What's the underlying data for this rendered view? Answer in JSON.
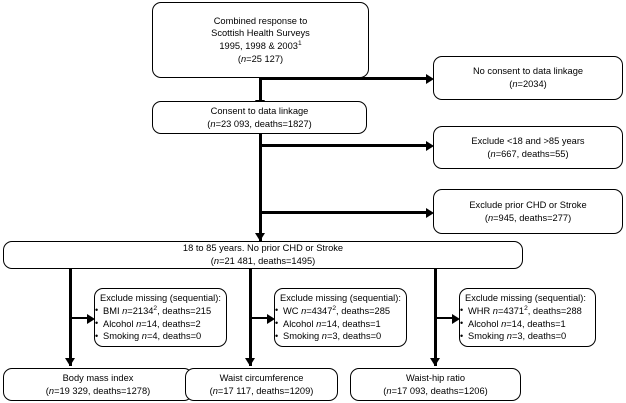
{
  "figure": {
    "type": "flowchart",
    "title": "Participant flow through Scottish Health Surveys cohort",
    "orientation": "top-down"
  },
  "nodes": {
    "combined_response": {
      "line1": "Combined response to",
      "line2": "Scottish Health Surveys",
      "line3_text": "1995, 1998 & 2003",
      "line3_superscript": "1",
      "line4_prefix": "(",
      "line4_italic": "n",
      "line4_rest": "=25 127)"
    },
    "no_consent": {
      "line1": "No consent to data linkage",
      "line2_prefix": "(",
      "line2_italic": "n",
      "line2_rest": "=2034)"
    },
    "consent": {
      "line1": "Consent to data linkage",
      "line2_prefix": "(",
      "line2_italic": "n",
      "line2_rest": "=23 093, deaths=1827)"
    },
    "exclude_age": {
      "line1": "Exclude <18 and >85 years",
      "line2_prefix": "(",
      "line2_italic": "n",
      "line2_rest": "=667, deaths=55)"
    },
    "exclude_chd": {
      "line1": "Exclude prior CHD or Stroke",
      "line2_prefix": "(",
      "line2_italic": "n",
      "line2_rest": "=945, deaths=277)"
    },
    "eligible": {
      "line1": "18 to 85 years. No prior CHD or Stroke",
      "line2_prefix": "(",
      "line2_italic": "n",
      "line2_rest": "=21 481, deaths=1495)"
    },
    "missing_bmi": {
      "header": "Exclude missing (sequential):",
      "items": [
        {
          "label": "BMI ",
          "italic": "n",
          "value": "=2134",
          "superscript": "2",
          "tail": ", deaths=215"
        },
        {
          "label": "Alcohol ",
          "italic": "n",
          "value": "=14",
          "superscript": "",
          "tail": ", deaths=2"
        },
        {
          "label": "Smoking ",
          "italic": "n",
          "value": "=4",
          "superscript": "",
          "tail": ", deaths=0"
        }
      ]
    },
    "missing_wc": {
      "header": "Exclude missing (sequential):",
      "items": [
        {
          "label": "WC ",
          "italic": "n",
          "value": "=4347",
          "superscript": "2",
          "tail": ", deaths=285"
        },
        {
          "label": "Alcohol ",
          "italic": "n",
          "value": "=14",
          "superscript": "",
          "tail": ", deaths=1"
        },
        {
          "label": "Smoking ",
          "italic": "n",
          "value": "=3",
          "superscript": "",
          "tail": ", deaths=0"
        }
      ]
    },
    "missing_whr": {
      "header": "Exclude missing (sequential):",
      "items": [
        {
          "label": "WHR ",
          "italic": "n",
          "value": "=4371",
          "superscript": "2",
          "tail": ", deaths=288"
        },
        {
          "label": "Alcohol ",
          "italic": "n",
          "value": "=14",
          "superscript": "",
          "tail": ", deaths=1"
        },
        {
          "label": "Smoking ",
          "italic": "n",
          "value": "=3",
          "superscript": "",
          "tail": ", deaths=0"
        }
      ]
    },
    "outcome_bmi": {
      "line1": "Body mass index",
      "line2_prefix": "(",
      "line2_italic": "n",
      "line2_rest": "=19 329, deaths=1278)"
    },
    "outcome_wc": {
      "line1": "Waist circumference",
      "line2_prefix": "(",
      "line2_italic": "n",
      "line2_rest": "=17 117, deaths=1209)"
    },
    "outcome_whr": {
      "line1": "Waist-hip ratio",
      "line2_prefix": "(",
      "line2_italic": "n",
      "line2_rest": "=17 093, deaths=1206)"
    }
  },
  "style": {
    "line_color": "#000000",
    "box_border_color": "#000000",
    "background": "#ffffff"
  }
}
